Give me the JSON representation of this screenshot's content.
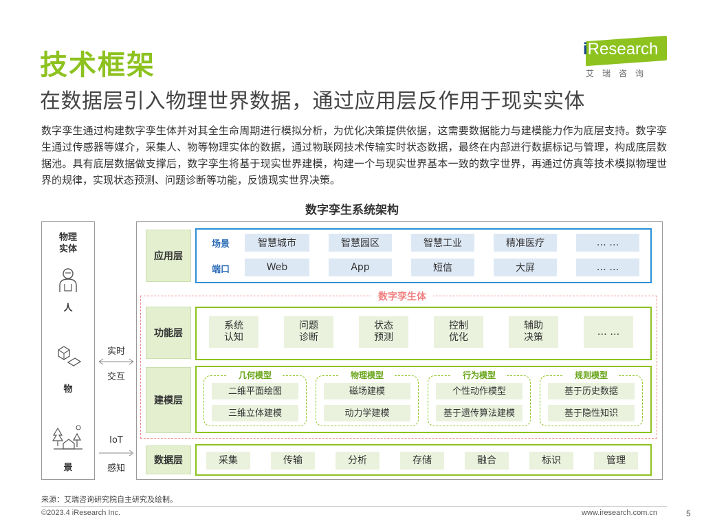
{
  "header": {
    "title": "技术框架",
    "subtitle": "在数据层引入物理世界数据，通过应用层反作用于现实实体",
    "logo_text_i": "i",
    "logo_text_rest": "Research",
    "logo_cn": "艾瑞咨询"
  },
  "paragraph": "数字孪生通过构建数字孪生体并对其全生命周期进行模拟分析，为优化决策提供依据，这需要数据能力与建模能力作为底层支持。数字孪生通过传感器等媒介，采集人、物等物理实体的数据，通过物联网技术传输实时状态数据，最终在内部进行数据标记与管理，构成底层数据池。具有底层数据做支撑后，数字孪生将基于现实世界建模，构建一个与现实世界基本一致的数字世界，再通过仿真等技术模拟物理世界的规律，实现状态预测、问题诊断等功能，反馈现实世界决策。",
  "diagram": {
    "title": "数字孪生系统架构",
    "physical": {
      "head": "物理实体",
      "items": [
        {
          "label": "人",
          "icon": "person-icon"
        },
        {
          "label": "物",
          "icon": "objects-icon"
        },
        {
          "label": "景",
          "icon": "scenery-icon"
        }
      ]
    },
    "connectors": {
      "realtime": [
        "实时",
        "交互"
      ],
      "iot": [
        "IoT",
        "感知"
      ]
    },
    "twin_label": "数字孪生体",
    "application": {
      "label": "应用层",
      "scene_label": "场景",
      "port_label": "端口",
      "scenes": [
        "智慧城市",
        "智慧园区",
        "智慧工业",
        "精准医疗",
        "… …"
      ],
      "ports": [
        "Web",
        "App",
        "短信",
        "大屏",
        "… …"
      ]
    },
    "function": {
      "label": "功能层",
      "items": [
        "系统认知",
        "问题诊断",
        "状态预测",
        "控制优化",
        "辅助决策",
        "… …"
      ]
    },
    "modeling": {
      "label": "建模层",
      "groups": [
        {
          "title": "几何模型",
          "items": [
            "二维平面绘图",
            "三维立体建模"
          ]
        },
        {
          "title": "物理模型",
          "items": [
            "磁场建模",
            "动力学建模"
          ]
        },
        {
          "title": "行为模型",
          "items": [
            "个性动作模型",
            "基于遗传算法建模"
          ]
        },
        {
          "title": "规则模型",
          "items": [
            "基于历史数据",
            "基于隐性知识"
          ]
        }
      ]
    },
    "data": {
      "label": "数据层",
      "items": [
        "采集",
        "传输",
        "分析",
        "存储",
        "融合",
        "标识",
        "管理"
      ]
    }
  },
  "footer": {
    "source": "来源：艾瑞咨询研究院自主研究及绘制。",
    "copyright": "©2023.4 iResearch Inc.",
    "website": "www.iresearch.com.cn",
    "page": "5"
  },
  "colors": {
    "accent_green": "#8dc21f",
    "chip_green": "#eaf2dd",
    "chip_blue": "#dde8f5",
    "twin_red": "#f08080",
    "label_blue": "#2f6fba"
  }
}
